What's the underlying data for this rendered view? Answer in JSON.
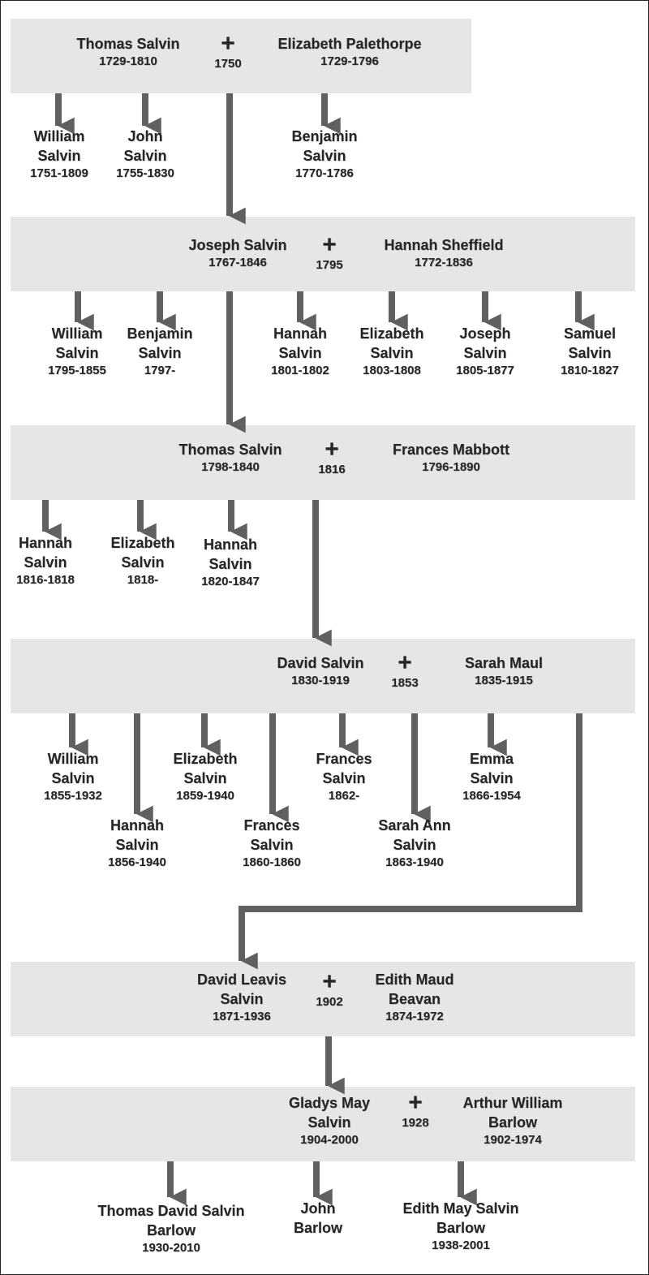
{
  "generations": [
    {
      "couple": {
        "partner1": "Thomas Salvin",
        "years1": "1729-1810",
        "marriage": "1750",
        "partner2": "Elizabeth Palethorpe",
        "years2": "1729-1796"
      },
      "children": [
        {
          "name": "William\nSalvin",
          "years": "1751-1809"
        },
        {
          "name": "John\nSalvin",
          "years": "1755-1830"
        },
        {
          "name": "Benjamin\nSalvin",
          "years": "1770-1786"
        }
      ]
    },
    {
      "couple": {
        "partner1": "Joseph Salvin",
        "years1": "1767-1846",
        "marriage": "1795",
        "partner2": "Hannah Sheffield",
        "years2": "1772-1836"
      },
      "children": [
        {
          "name": "William\nSalvin",
          "years": "1795-1855"
        },
        {
          "name": "Benjamin\nSalvin",
          "years": "1797-"
        },
        {
          "name": "Hannah\nSalvin",
          "years": "1801-1802"
        },
        {
          "name": "Elizabeth\nSalvin",
          "years": "1803-1808"
        },
        {
          "name": "Joseph\nSalvin",
          "years": "1805-1877"
        },
        {
          "name": "Samuel\nSalvin",
          "years": "1810-1827"
        }
      ]
    },
    {
      "couple": {
        "partner1": "Thomas Salvin",
        "years1": "1798-1840",
        "marriage": "1816",
        "partner2": "Frances Mabbott",
        "years2": "1796-1890"
      },
      "children": [
        {
          "name": "Hannah\nSalvin",
          "years": "1816-1818"
        },
        {
          "name": "Elizabeth\nSalvin",
          "years": "1818-"
        },
        {
          "name": "Hannah\nSalvin",
          "years": "1820-1847"
        }
      ]
    },
    {
      "couple": {
        "partner1": "David Salvin",
        "years1": "1830-1919",
        "marriage": "1853",
        "partner2": "Sarah Maul",
        "years2": "1835-1915"
      },
      "children": [
        {
          "name": "William\nSalvin",
          "years": "1855-1932"
        },
        {
          "name": "Hannah\nSalvin",
          "years": "1856-1940"
        },
        {
          "name": "Elizabeth\nSalvin",
          "years": "1859-1940"
        },
        {
          "name": "Frances\nSalvin",
          "years": "1860-1860"
        },
        {
          "name": "Frances\nSalvin",
          "years": "1862-"
        },
        {
          "name": "Sarah Ann\nSalvin",
          "years": "1863-1940"
        },
        {
          "name": "Emma\nSalvin",
          "years": "1866-1954"
        }
      ]
    },
    {
      "couple": {
        "partner1": "David Leavis\nSalvin",
        "years1": "1871-1936",
        "marriage": "1902",
        "partner2": "Edith Maud\nBeavan",
        "years2": "1874-1972"
      },
      "children": []
    },
    {
      "couple": {
        "partner1": "Gladys May\nSalvin",
        "years1": "1904-2000",
        "marriage": "1928",
        "partner2": "Arthur William\nBarlow",
        "years2": "1902-1974"
      },
      "children": [
        {
          "name": "Thomas David Salvin\nBarlow",
          "years": "1930-2010"
        },
        {
          "name": "John\nBarlow",
          "years": ""
        },
        {
          "name": "Edith May Salvin\nBarlow",
          "years": "1938-2001"
        }
      ]
    }
  ],
  "colors": {
    "band": "#e6e6e6",
    "arrow": "#606060",
    "text": "#262626",
    "border": "#222222"
  }
}
